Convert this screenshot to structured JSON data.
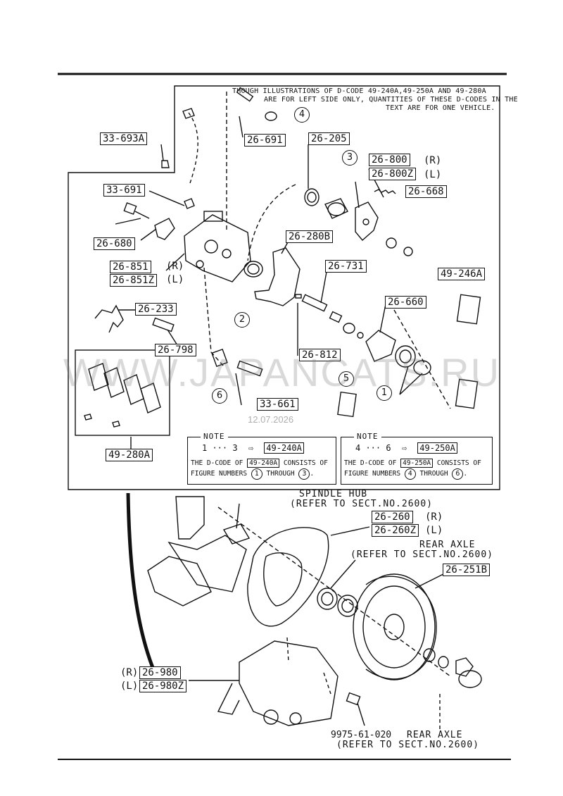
{
  "header_note": [
    "THOUGH ILLUSTRATIONS OF D-CODE 49-240A,49-250A AND 49-280A",
    "ARE FOR LEFT SIDE ONLY, QUANTITIES OF THESE D-CODES IN THE",
    "TEXT ARE FOR ONE VEHICLE."
  ],
  "parts": {
    "p33693a": "33-693A",
    "p26691": "26-691",
    "p26205": "26-205",
    "p26800": "26-800",
    "p26800z": "26-800Z",
    "r": "(R)",
    "l": "(L)",
    "p26668": "26-668",
    "p33691": "33-691",
    "p26680": "26-680",
    "p26280b": "26-280B",
    "p26851": "26-851",
    "p26851z": "26-851Z",
    "p26731": "26-731",
    "p49246a": "49-246A",
    "p26233": "26-233",
    "p26660": "26-660",
    "p26798": "26-798",
    "p26812": "26-812",
    "p33661": "33-661",
    "p49280a": "49-280A",
    "p26260": "26-260",
    "p26260z": "26-260Z",
    "p26251b": "26-251B",
    "p26980": "26-980",
    "p26980z": "26-980Z",
    "p997561020": "9975-61-020"
  },
  "circles": {
    "c1": "1",
    "c2": "2",
    "c3": "3",
    "c4": "4",
    "c5": "5",
    "c6": "6"
  },
  "notes": {
    "title": "NOTE",
    "left_range": "1 ··· 3",
    "left_arrow": "⇨",
    "left_code": "49-240A",
    "left_text_a": "THE D-CODE OF",
    "left_text_b": "CONSISTS OF",
    "left_text_c": "FIGURE NUMBERS",
    "left_text_d": "THROUGH",
    "left_from": "1",
    "left_to": "3",
    "right_range": "4 ··· 6",
    "right_arrow": "⇨",
    "right_code": "49-250A",
    "right_from": "4",
    "right_to": "6"
  },
  "captions": {
    "spindle_hub": "SPINDLE HUB",
    "spindle_ref": "(REFER TO SECT.NO.2600)",
    "rear_axle_1": "REAR AXLE",
    "rear_axle_1_ref": "(REFER TO SECT.NO.2600)",
    "rear_axle_2": "REAR AXLE",
    "rear_axle_2_ref": "(REFER TO SECT.NO.2600)"
  },
  "watermark": "WWW.JAPANCATS.RU",
  "date_stamp": "12.07.2026"
}
